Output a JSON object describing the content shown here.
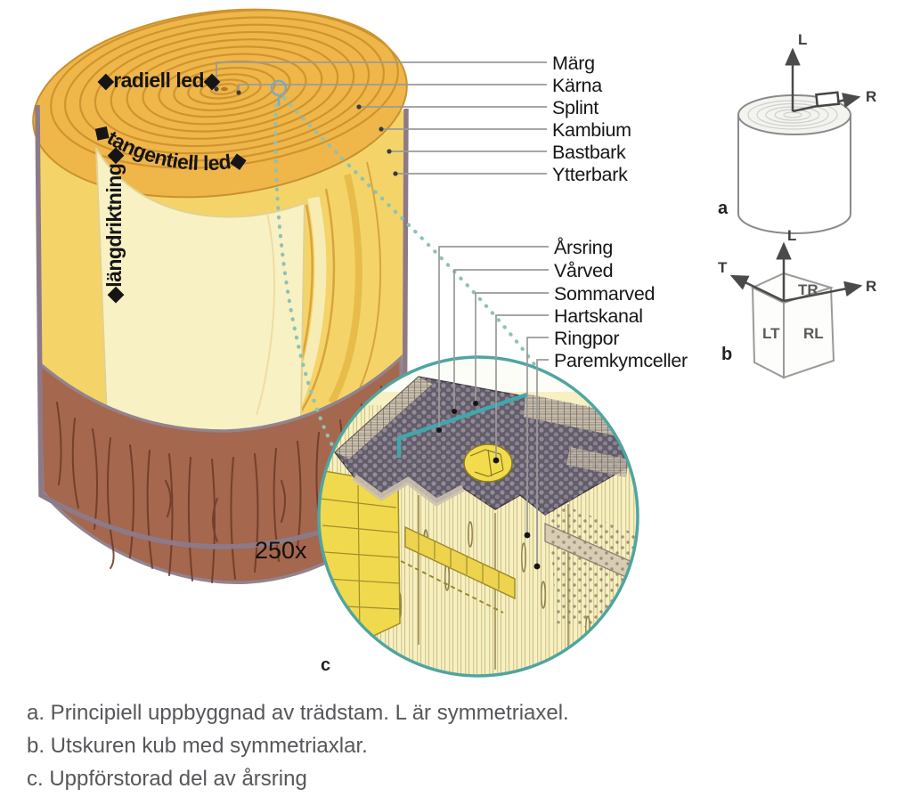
{
  "figure": {
    "magnification_label": "250x"
  },
  "trunk_direction_labels": {
    "radial": "◆radiell led◆",
    "tangential": "◆tangentiell led◆",
    "longitudinal": "◆längdriktning◆"
  },
  "layer_labels": [
    "Märg",
    "Kärna",
    "Splint",
    "Kambium",
    "Bastbark",
    "Ytterbark"
  ],
  "microstructure_labels": [
    "Årsring",
    "Vårved",
    "Sommarved",
    "Hartskanal",
    "Ringpor",
    "Paremkymceller"
  ],
  "diagram_a": {
    "letter": "a",
    "axis_l": "L",
    "axis_r": "R"
  },
  "diagram_b": {
    "letter": "b",
    "axis_l": "L",
    "axis_t": "T",
    "axis_r": "R",
    "face_tr": "TR",
    "face_lt": "LT",
    "face_rl": "RL"
  },
  "panel_c_letter": "c",
  "captions": [
    "a. Principiell uppbyggnad av trädstam. L är symmetriaxel.",
    "b. Utskuren kub med symmetriaxlar.",
    "c. Uppförstorad del av årsring"
  ],
  "colors": {
    "ring_surface": "#efb64a",
    "ring_lines": "#d0942e",
    "sapwood_face": "#f8f1c4",
    "outer_yellow": "#f4d468",
    "bark": "#a5674e",
    "bark_streak": "#6f3c28",
    "trunk_outline": "#8d7a88",
    "teal_accent": "#4fa5a0",
    "micro_top_dark": "#625d68",
    "micro_yellow": "#f2da4f",
    "leader_line": "#9a9a9a",
    "caption_text": "#57575b"
  }
}
